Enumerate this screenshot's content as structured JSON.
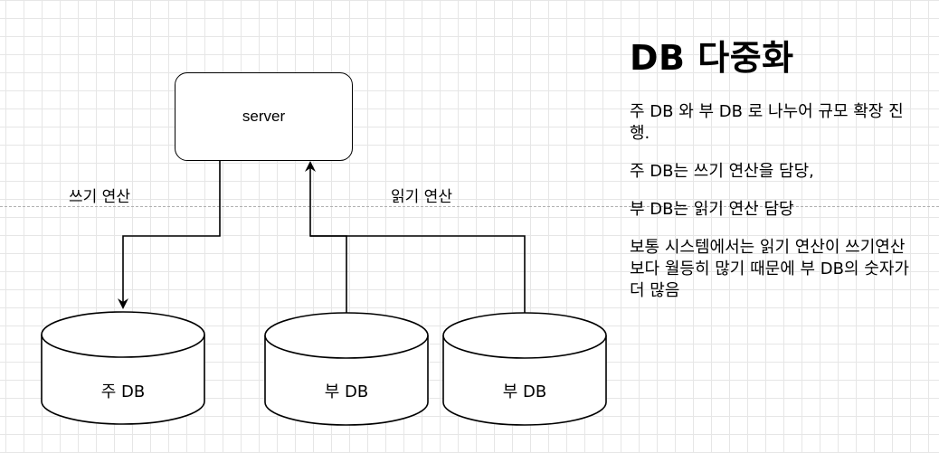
{
  "server": {
    "label": "server"
  },
  "edges": {
    "write_label": "쓰기 연산",
    "read_label": "읽기 연산"
  },
  "databases": [
    {
      "label": "주 DB"
    },
    {
      "label": "부 DB"
    },
    {
      "label": "부 DB"
    }
  ],
  "notes": {
    "title": "DB 다중화",
    "paragraphs": [
      "주 DB 와 부 DB 로 나누어 규모 확장 진행.",
      "주 DB는 쓰기 연산을 담당,",
      "부 DB는 읽기 연산 담당",
      "보통 시스템에서는 읽기 연산이 쓰기연산보다 월등히 많기 때문에 부 DB의 숫자가 더 많음"
    ]
  }
}
